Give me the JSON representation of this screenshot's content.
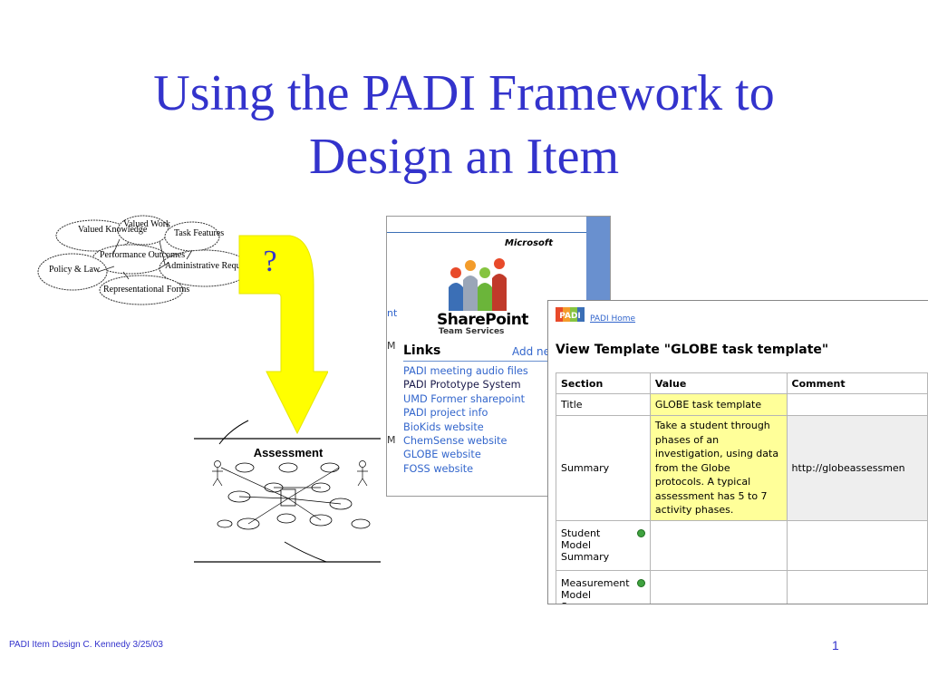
{
  "slide": {
    "title_line1": "Using the PADI Framework to",
    "title_line2": "Design an Item",
    "question_mark": "?",
    "footer_left": "PADI Item Design C. Kennedy 3/25/03",
    "page_number": "1"
  },
  "cloud_diagram": {
    "labels": [
      "Valued Knowledge",
      "Valued Work",
      "Task Features",
      "Performance Outcomes",
      "Policy & Law",
      "Administrative Requirements",
      "Representational Forms"
    ]
  },
  "assessment_diagram": {
    "title": "Assessment"
  },
  "sharepoint": {
    "vendor": "Microsoft",
    "product": "SharePoint",
    "subtitle": "Team Services",
    "clipped_int": "nt",
    "clipped_m1": "M",
    "clipped_m2": "M",
    "links_heading": "Links",
    "add_new": "Add ne",
    "links": [
      "PADI meeting audio files",
      "PADI Prototype System",
      "UMD Former sharepoint",
      "PADI project info",
      "BioKids website",
      "ChemSense website",
      "GLOBE website",
      "FOSS website"
    ]
  },
  "template": {
    "logo_text": "PADI",
    "home_link": "PADI Home",
    "title": "View Template \"GLOBE task template\"",
    "headers": [
      "Section",
      "Value",
      "Comment"
    ],
    "rows": [
      {
        "section": "Title",
        "value": "GLOBE task template",
        "comment": ""
      },
      {
        "section": "Summary",
        "value": "Take a student through phases of an investigation, using data from the Globe protocols. A typical assessment has 5 to 7 activity phases.",
        "comment": "http://globeassessmen"
      },
      {
        "section": "Student\nModel\nSummary",
        "value": "",
        "comment": ""
      },
      {
        "section": "Measurement\nModel\nSummary",
        "value": "",
        "comment": ""
      }
    ]
  },
  "colors": {
    "title_blue": "#3333cc",
    "arrow_yellow": "#ffff00",
    "highlight_yellow": "#ffff99",
    "sharepoint_blue": "#6990cf"
  }
}
